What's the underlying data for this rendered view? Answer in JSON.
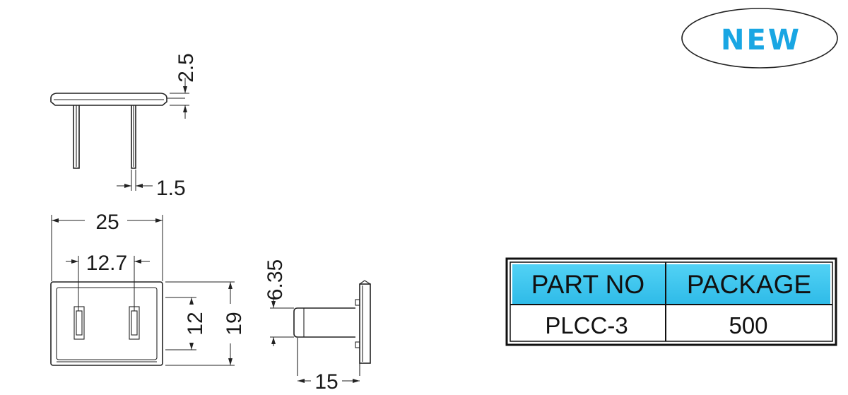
{
  "badge": {
    "label": "NEW",
    "color": "#19a6e3"
  },
  "dimensions": {
    "cap_thickness": "2.5",
    "pin_thickness": "1.5",
    "overall_width": "25",
    "pin_spacing": "12.7",
    "inner_height": "12",
    "overall_height": "19",
    "shaft_diameter": "6.35",
    "length": "15"
  },
  "table": {
    "header_color": "#40c8ee",
    "headers": [
      "PART NO",
      "PACKAGE"
    ],
    "rows": [
      [
        "PLCC-3",
        "500"
      ]
    ]
  }
}
